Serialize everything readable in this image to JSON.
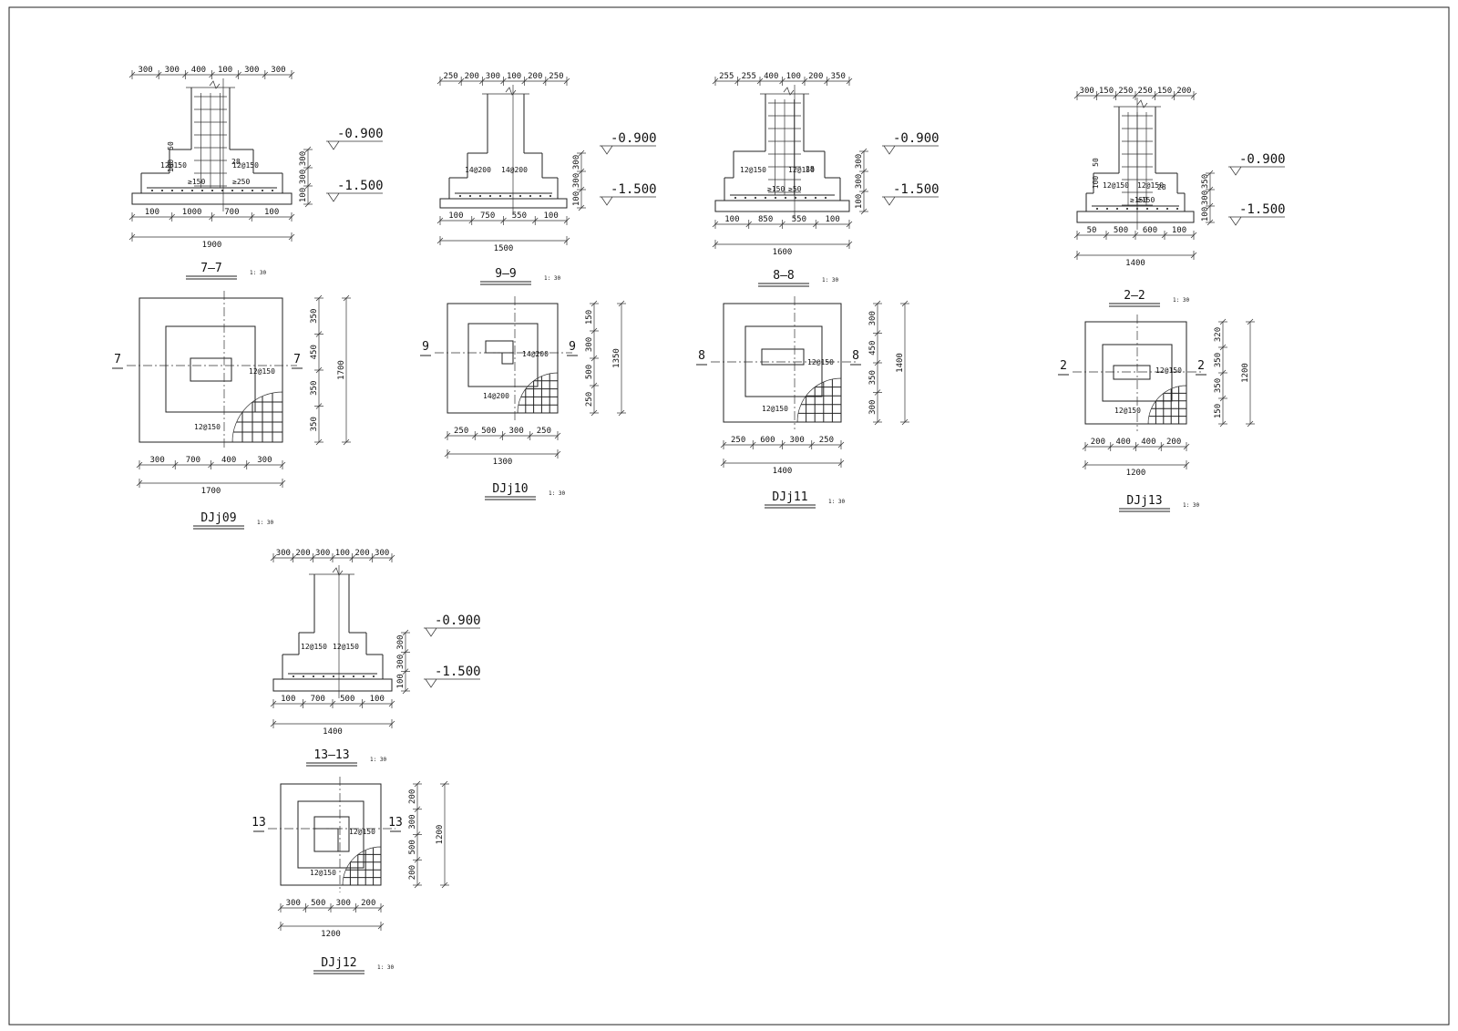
{
  "section_7_7": {
    "top_dims": [
      "300",
      "300",
      "400",
      "100",
      "300",
      "300"
    ],
    "bottom_dims": [
      "100",
      "1000",
      "700",
      "100"
    ],
    "total": "1900",
    "rebar_left": "12@150",
    "rebar_right": "12@150",
    "hook_left": "≥150",
    "hook_right": "≥250",
    "stirrup": "28",
    "v_dims": [
      "300",
      "300",
      "100"
    ],
    "side_dims": [
      "100",
      "50"
    ],
    "elev_top": "-0.900",
    "elev_bottom": "-1.500",
    "title": "7—7",
    "scale": "1: 30"
  },
  "section_9_9": {
    "top_dims": [
      "250",
      "200",
      "300",
      "100",
      "200",
      "250"
    ],
    "bottom_dims": [
      "100",
      "750",
      "550",
      "100"
    ],
    "total": "1500",
    "rebar_left": "14@200",
    "rebar_right": "14@200",
    "v_dims": [
      "300",
      "300",
      "100"
    ],
    "elev_top": "-0.900",
    "elev_bottom": "-1.500",
    "title": "9—9",
    "scale": "1: 30"
  },
  "section_8_8": {
    "top_dims": [
      "255",
      "255",
      "400",
      "100",
      "200",
      "350"
    ],
    "bottom_dims": [
      "100",
      "850",
      "550",
      "100"
    ],
    "total": "1600",
    "rebar_left": "12@150",
    "rebar_right": "12@150",
    "hook_left": "≥150",
    "hook_right": "≥50",
    "stirrup": "28",
    "v_dims": [
      "300",
      "300",
      "100"
    ],
    "elev_top": "-0.900",
    "elev_bottom": "-1.500",
    "title": "8—8",
    "scale": "1: 30"
  },
  "section_2_2": {
    "top_dims": [
      "300",
      "150",
      "250",
      "250",
      "150",
      "200"
    ],
    "bottom_dims": [
      "50",
      "500",
      "600",
      "100"
    ],
    "total": "1400",
    "rebar_left": "12@150",
    "rebar_right": "12@150",
    "hook_left": "≥150",
    "hook_right": "≥150",
    "stirrup": "28",
    "v_dims": [
      "350",
      "300",
      "100"
    ],
    "side_dims": [
      "100",
      "50"
    ],
    "elev_top": "-0.900",
    "elev_bottom": "-1.500",
    "title": "2—2",
    "scale": "1: 30"
  },
  "section_13_13": {
    "top_dims": [
      "300",
      "200",
      "300",
      "100",
      "200",
      "300"
    ],
    "bottom_dims": [
      "100",
      "700",
      "500",
      "100"
    ],
    "total": "1400",
    "rebar_left": "12@150",
    "rebar_right": "12@150",
    "v_dims": [
      "300",
      "300",
      "100"
    ],
    "elev_top": "-0.900",
    "elev_bottom": "-1.500",
    "title": "13—13",
    "scale": "1: 30"
  },
  "plan_djj09": {
    "bottom_dims": [
      "300",
      "700",
      "400",
      "300"
    ],
    "total": "1700",
    "right_dims": [
      "350",
      "450",
      "350",
      "350"
    ],
    "right_total": "1700",
    "rebar_a": "12@150",
    "rebar_b": "12@150",
    "cut_label": "7",
    "title": "DJj09",
    "scale": "1: 30"
  },
  "plan_djj10": {
    "bottom_dims": [
      "250",
      "500",
      "300",
      "250"
    ],
    "total": "1300",
    "right_dims": [
      "150",
      "300",
      "500",
      "250"
    ],
    "right_total": "1350",
    "rebar_a": "14@200",
    "rebar_b": "14@200",
    "cut_label": "9",
    "title": "DJj10",
    "scale": "1: 30"
  },
  "plan_djj11": {
    "bottom_dims": [
      "250",
      "600",
      "300",
      "250"
    ],
    "total": "1400",
    "right_dims": [
      "300",
      "450",
      "350",
      "300"
    ],
    "right_total": "1400",
    "rebar_a": "12@150",
    "rebar_b": "12@150",
    "cut_label": "8",
    "title": "DJj11",
    "scale": "1: 30"
  },
  "plan_djj13": {
    "bottom_dims": [
      "200",
      "400",
      "400",
      "200"
    ],
    "total": "1200",
    "right_dims": [
      "320",
      "350",
      "350",
      "150"
    ],
    "right_total": "1200",
    "rebar_a": "12@150",
    "rebar_b": "12@150",
    "cut_label": "2",
    "title": "DJj13",
    "scale": "1: 30"
  },
  "plan_djj12": {
    "bottom_dims": [
      "300",
      "500",
      "300",
      "200"
    ],
    "total": "1200",
    "right_dims": [
      "200",
      "300",
      "500",
      "200"
    ],
    "right_total": "1200",
    "rebar_a": "12@150",
    "rebar_b": "12@150",
    "cut_label": "13",
    "title": "DJj12",
    "scale": "1: 30"
  }
}
